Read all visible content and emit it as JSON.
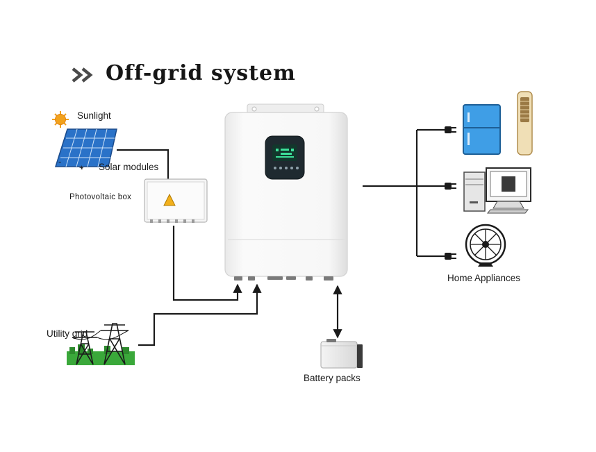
{
  "title": "Off-grid system",
  "labels": {
    "sunlight": "Sunlight",
    "solar_modules": "Solar modules",
    "polarity_minus": "-",
    "polarity_plus": "+",
    "photovoltaic_box": "Photovoltaic box",
    "utility_grid": "Utility grid",
    "battery_packs": "Battery packs",
    "home_appliances": "Home Appliances"
  },
  "icons": {
    "title_arrows": "double-chevron-right-icon",
    "sun": "sun-icon",
    "solar_panel": "solar-panel-icon",
    "pv_box": "photovoltaic-box-icon",
    "inverter": "inverter-icon",
    "transmission_tower": "transmission-tower-icon",
    "battery": "battery-icon",
    "refrigerator": "refrigerator-icon",
    "air_conditioner": "tower-air-conditioner-icon",
    "computer": "computer-icon",
    "fan": "fan-icon",
    "plug": "plug-icon"
  },
  "colors": {
    "line": "#1a1a1a",
    "sun": "#f2a21c",
    "panel_blue": "#2a72c8",
    "fridge_blue": "#3f9ee6",
    "grid_green": "#3aa83a",
    "inverter_body": "#f3f3f3",
    "display": "#1f2a30"
  }
}
